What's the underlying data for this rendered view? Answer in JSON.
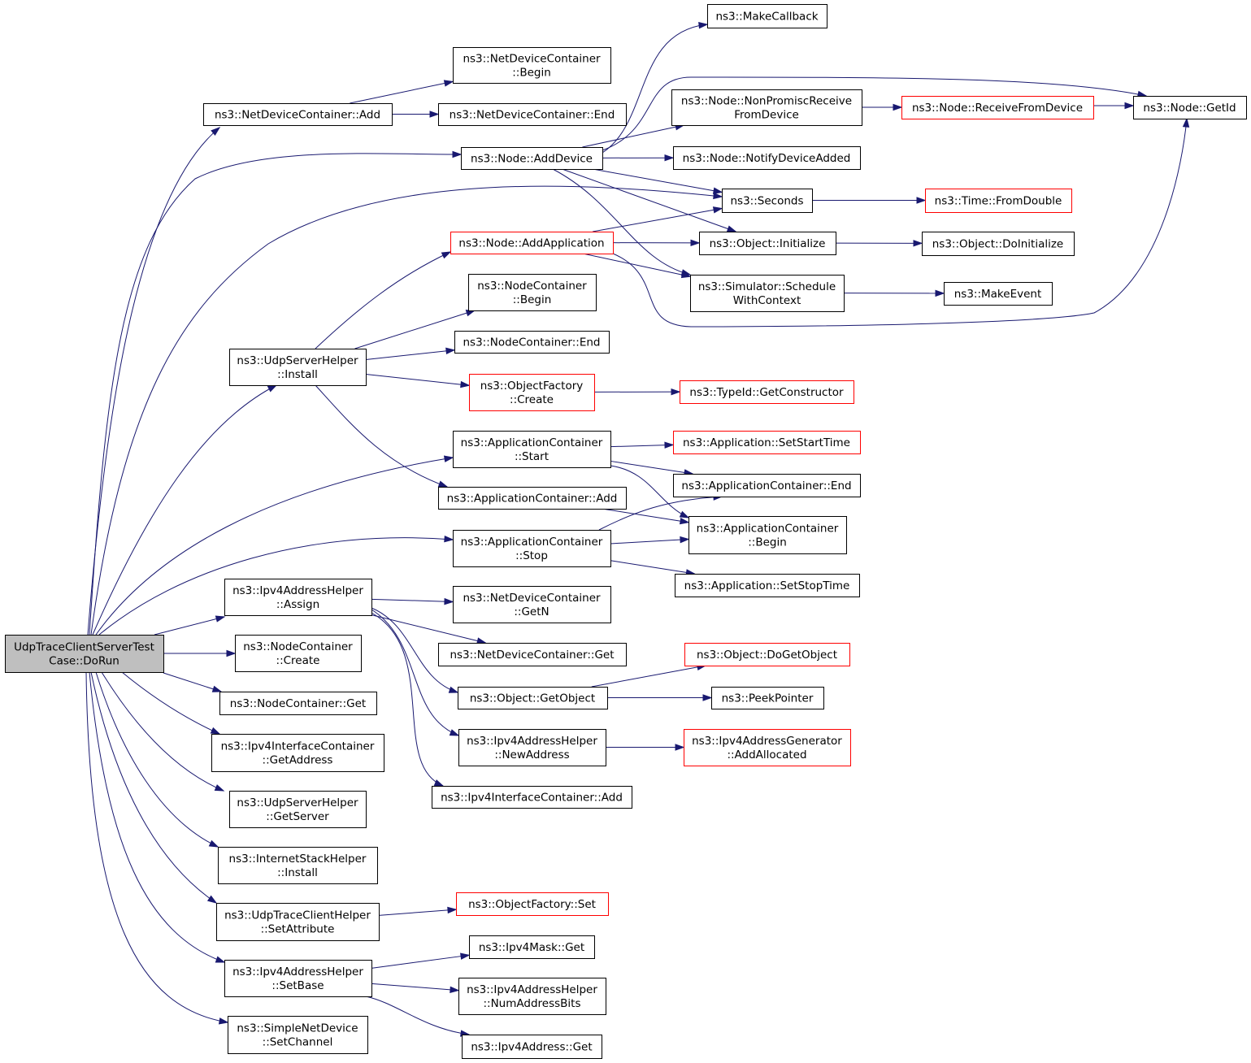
{
  "graph": {
    "colors": {
      "root_fill": "#bfbfbf",
      "node_border": "#000000",
      "truncated_border": "#ff0000",
      "edge": "#191970"
    },
    "nodes": [
      {
        "id": "root",
        "lines": [
          "UdpTraceClientServerTest",
          "Case::DoRun"
        ],
        "style": "root"
      },
      {
        "id": "ndc_add",
        "lines": [
          "ns3::NetDeviceContainer::Add"
        ],
        "style": "normal"
      },
      {
        "id": "ndc_begin",
        "lines": [
          "ns3::NetDeviceContainer",
          "::Begin"
        ],
        "style": "normal"
      },
      {
        "id": "ndc_end",
        "lines": [
          "ns3::NetDeviceContainer::End"
        ],
        "style": "normal"
      },
      {
        "id": "node_adddevice",
        "lines": [
          "ns3::Node::AddDevice"
        ],
        "style": "normal"
      },
      {
        "id": "makecallback",
        "lines": [
          "ns3::MakeCallback"
        ],
        "style": "normal"
      },
      {
        "id": "nonpromisc",
        "lines": [
          "ns3::Node::NonPromiscReceive",
          "FromDevice"
        ],
        "style": "normal"
      },
      {
        "id": "receivefromdevice",
        "lines": [
          "ns3::Node::ReceiveFromDevice"
        ],
        "style": "truncated"
      },
      {
        "id": "getid",
        "lines": [
          "ns3::Node::GetId"
        ],
        "style": "normal"
      },
      {
        "id": "notifydeviceadded",
        "lines": [
          "ns3::Node::NotifyDeviceAdded"
        ],
        "style": "normal"
      },
      {
        "id": "seconds",
        "lines": [
          "ns3::Seconds"
        ],
        "style": "normal"
      },
      {
        "id": "fromdouble",
        "lines": [
          "ns3::Time::FromDouble"
        ],
        "style": "truncated"
      },
      {
        "id": "node_addapp",
        "lines": [
          "ns3::Node::AddApplication"
        ],
        "style": "truncated"
      },
      {
        "id": "obj_initialize",
        "lines": [
          "ns3::Object::Initialize"
        ],
        "style": "normal"
      },
      {
        "id": "obj_doinitialize",
        "lines": [
          "ns3::Object::DoInitialize"
        ],
        "style": "normal"
      },
      {
        "id": "sim_schedule",
        "lines": [
          "ns3::Simulator::Schedule",
          "WithContext"
        ],
        "style": "normal"
      },
      {
        "id": "makeevent",
        "lines": [
          "ns3::MakeEvent"
        ],
        "style": "normal"
      },
      {
        "id": "nc_begin",
        "lines": [
          "ns3::NodeContainer",
          "::Begin"
        ],
        "style": "normal"
      },
      {
        "id": "udpserver_install",
        "lines": [
          "ns3::UdpServerHelper",
          "::Install"
        ],
        "style": "normal"
      },
      {
        "id": "nc_end",
        "lines": [
          "ns3::NodeContainer::End"
        ],
        "style": "normal"
      },
      {
        "id": "of_create",
        "lines": [
          "ns3::ObjectFactory",
          "::Create"
        ],
        "style": "truncated"
      },
      {
        "id": "getconstructor",
        "lines": [
          "ns3::TypeId::GetConstructor"
        ],
        "style": "truncated"
      },
      {
        "id": "ac_start",
        "lines": [
          "ns3::ApplicationContainer",
          "::Start"
        ],
        "style": "normal"
      },
      {
        "id": "app_setstart",
        "lines": [
          "ns3::Application::SetStartTime"
        ],
        "style": "truncated"
      },
      {
        "id": "ac_add",
        "lines": [
          "ns3::ApplicationContainer::Add"
        ],
        "style": "normal"
      },
      {
        "id": "ac_end",
        "lines": [
          "ns3::ApplicationContainer::End"
        ],
        "style": "normal"
      },
      {
        "id": "ac_begin",
        "lines": [
          "ns3::ApplicationContainer",
          "::Begin"
        ],
        "style": "normal"
      },
      {
        "id": "ac_stop",
        "lines": [
          "ns3::ApplicationContainer",
          "::Stop"
        ],
        "style": "normal"
      },
      {
        "id": "app_setstop",
        "lines": [
          "ns3::Application::SetStopTime"
        ],
        "style": "normal"
      },
      {
        "id": "ipv4ah_assign",
        "lines": [
          "ns3::Ipv4AddressHelper",
          "::Assign"
        ],
        "style": "normal"
      },
      {
        "id": "ndc_getn",
        "lines": [
          "ns3::NetDeviceContainer",
          "::GetN"
        ],
        "style": "normal"
      },
      {
        "id": "ndc_get",
        "lines": [
          "ns3::NetDeviceContainer::Get"
        ],
        "style": "normal"
      },
      {
        "id": "nc_create",
        "lines": [
          "ns3::NodeContainer",
          "::Create"
        ],
        "style": "normal"
      },
      {
        "id": "dogetobject",
        "lines": [
          "ns3::Object::DoGetObject"
        ],
        "style": "truncated"
      },
      {
        "id": "getobject",
        "lines": [
          "ns3::Object::GetObject"
        ],
        "style": "normal"
      },
      {
        "id": "peekpointer",
        "lines": [
          "ns3::PeekPointer"
        ],
        "style": "normal"
      },
      {
        "id": "nc_get",
        "lines": [
          "ns3::NodeContainer::Get"
        ],
        "style": "normal"
      },
      {
        "id": "ipv4ic_getaddress",
        "lines": [
          "ns3::Ipv4InterfaceContainer",
          "::GetAddress"
        ],
        "style": "normal"
      },
      {
        "id": "ipv4ah_newaddress",
        "lines": [
          "ns3::Ipv4AddressHelper",
          "::NewAddress"
        ],
        "style": "normal"
      },
      {
        "id": "ipv4ag_addallocated",
        "lines": [
          "ns3::Ipv4AddressGenerator",
          "::AddAllocated"
        ],
        "style": "truncated"
      },
      {
        "id": "ipv4ic_add",
        "lines": [
          "ns3::Ipv4InterfaceContainer::Add"
        ],
        "style": "normal"
      },
      {
        "id": "udpserver_getserver",
        "lines": [
          "ns3::UdpServerHelper",
          "::GetServer"
        ],
        "style": "normal"
      },
      {
        "id": "ish_install",
        "lines": [
          "ns3::InternetStackHelper",
          "::Install"
        ],
        "style": "normal"
      },
      {
        "id": "utch_setattr",
        "lines": [
          "ns3::UdpTraceClientHelper",
          "::SetAttribute"
        ],
        "style": "normal"
      },
      {
        "id": "of_set",
        "lines": [
          "ns3::ObjectFactory::Set"
        ],
        "style": "truncated"
      },
      {
        "id": "ipv4ah_setbase",
        "lines": [
          "ns3::Ipv4AddressHelper",
          "::SetBase"
        ],
        "style": "normal"
      },
      {
        "id": "ipv4mask_get",
        "lines": [
          "ns3::Ipv4Mask::Get"
        ],
        "style": "normal"
      },
      {
        "id": "ipv4ah_numbits",
        "lines": [
          "ns3::Ipv4AddressHelper",
          "::NumAddressBits"
        ],
        "style": "normal"
      },
      {
        "id": "ipv4addr_get",
        "lines": [
          "ns3::Ipv4Address::Get"
        ],
        "style": "normal"
      },
      {
        "id": "snd_setchannel",
        "lines": [
          "ns3::SimpleNetDevice",
          "::SetChannel"
        ],
        "style": "normal"
      }
    ],
    "edges": [
      [
        "root",
        "ndc_add"
      ],
      [
        "root",
        "node_adddevice"
      ],
      [
        "root",
        "seconds"
      ],
      [
        "root",
        "udpserver_install"
      ],
      [
        "root",
        "ac_start"
      ],
      [
        "root",
        "ac_stop"
      ],
      [
        "root",
        "ipv4ah_assign"
      ],
      [
        "root",
        "nc_create"
      ],
      [
        "root",
        "nc_get"
      ],
      [
        "root",
        "ipv4ic_getaddress"
      ],
      [
        "root",
        "udpserver_getserver"
      ],
      [
        "root",
        "ish_install"
      ],
      [
        "root",
        "utch_setattr"
      ],
      [
        "root",
        "ipv4ah_setbase"
      ],
      [
        "root",
        "snd_setchannel"
      ],
      [
        "ndc_add",
        "ndc_begin"
      ],
      [
        "ndc_add",
        "ndc_end"
      ],
      [
        "node_adddevice",
        "makecallback"
      ],
      [
        "node_adddevice",
        "getid"
      ],
      [
        "node_adddevice",
        "nonpromisc"
      ],
      [
        "node_adddevice",
        "notifydeviceadded"
      ],
      [
        "node_adddevice",
        "seconds"
      ],
      [
        "node_adddevice",
        "obj_initialize"
      ],
      [
        "node_adddevice",
        "sim_schedule"
      ],
      [
        "nonpromisc",
        "receivefromdevice"
      ],
      [
        "receivefromdevice",
        "getid"
      ],
      [
        "seconds",
        "fromdouble"
      ],
      [
        "node_addapp",
        "seconds"
      ],
      [
        "node_addapp",
        "obj_initialize"
      ],
      [
        "node_addapp",
        "sim_schedule"
      ],
      [
        "node_addapp",
        "getid"
      ],
      [
        "obj_initialize",
        "obj_doinitialize"
      ],
      [
        "sim_schedule",
        "makeevent"
      ],
      [
        "udpserver_install",
        "node_addapp"
      ],
      [
        "udpserver_install",
        "nc_begin"
      ],
      [
        "udpserver_install",
        "nc_end"
      ],
      [
        "udpserver_install",
        "of_create"
      ],
      [
        "udpserver_install",
        "ac_add"
      ],
      [
        "of_create",
        "getconstructor"
      ],
      [
        "ac_start",
        "app_setstart"
      ],
      [
        "ac_start",
        "ac_end"
      ],
      [
        "ac_start",
        "ac_begin"
      ],
      [
        "ac_add",
        "ac_begin"
      ],
      [
        "ac_stop",
        "ac_end"
      ],
      [
        "ac_stop",
        "ac_begin"
      ],
      [
        "ac_stop",
        "app_setstop"
      ],
      [
        "ipv4ah_assign",
        "ndc_getn"
      ],
      [
        "ipv4ah_assign",
        "ndc_get"
      ],
      [
        "ipv4ah_assign",
        "getobject"
      ],
      [
        "ipv4ah_assign",
        "ipv4ah_newaddress"
      ],
      [
        "ipv4ah_assign",
        "ipv4ic_add"
      ],
      [
        "getobject",
        "dogetobject"
      ],
      [
        "getobject",
        "peekpointer"
      ],
      [
        "ipv4ah_newaddress",
        "ipv4ag_addallocated"
      ],
      [
        "utch_setattr",
        "of_set"
      ],
      [
        "ipv4ah_setbase",
        "ipv4mask_get"
      ],
      [
        "ipv4ah_setbase",
        "ipv4ah_numbits"
      ],
      [
        "ipv4ah_setbase",
        "ipv4addr_get"
      ]
    ]
  }
}
